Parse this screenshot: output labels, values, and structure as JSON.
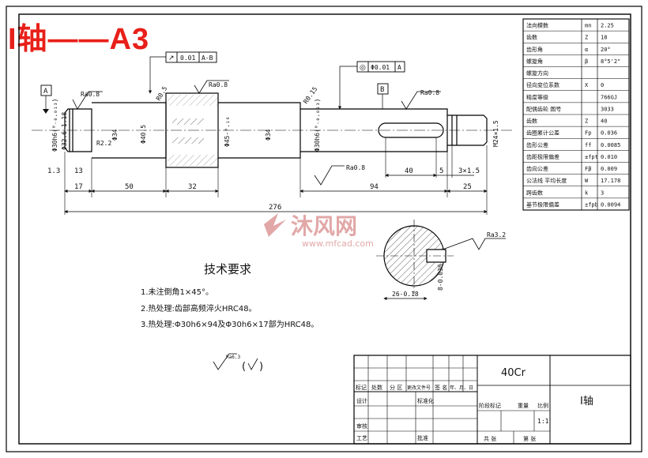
{
  "header": {
    "title": "I轴——A3",
    "title_color": "#e8201a"
  },
  "watermark": {
    "brand": "沐风网",
    "url": "www.mfcad.com",
    "color": "#d98a8a"
  },
  "tolerance_frames": {
    "runout": {
      "symbol": "↗",
      "value": "0.01",
      "datum": "A-B"
    },
    "concentricity": {
      "symbol": "◎",
      "value": "Φ0.01",
      "datum": "A"
    }
  },
  "datums": {
    "a": "A",
    "b": "B"
  },
  "roughness": {
    "left_end": "Ra0.8",
    "middle": "Ra0.8",
    "right": "Ra0.8",
    "lower": "Ra0.8",
    "section": "Ra3.2",
    "general": "Ra6.3"
  },
  "chamfers": {
    "left": "R0.5",
    "right": "R0.15"
  },
  "dimensions": {
    "d_left_journal": "Φ30h6(⁰₋₀.₀₁₃)",
    "d_left_groove": "Φ32.6-1.18",
    "d_step": "Φ34",
    "d_r": "R2.2",
    "d_gear_root": "Φ40.5",
    "d_gear_tip": "Φ45-⁰.₁₆",
    "d_mid": "Φ34",
    "d_right_journal": "Φ30h6(⁰₋₀.₀₁₃)",
    "d_thread": "M24×1.5",
    "left_offset": "1.3",
    "left_step": "13",
    "l_17": "17",
    "l_50": "50",
    "l_32": "32",
    "l_94": "94",
    "l_25": "25",
    "l_total": "276",
    "key_len": "40",
    "l_5": "5",
    "undercut": "3×1.5",
    "section_key_depth": "26-0.18",
    "section_key_width": "8-0.036"
  },
  "gear_table": {
    "rows": [
      {
        "label": "法向模数",
        "sym": "mn",
        "val": "2.25"
      },
      {
        "label": "齿数",
        "sym": "Z",
        "val": "18"
      },
      {
        "label": "齿形角",
        "sym": "α",
        "val": "20°"
      },
      {
        "label": "螺旋角",
        "sym": "β",
        "val": "8°5'2\""
      },
      {
        "label": "螺旋方向",
        "sym": "",
        "val": ""
      },
      {
        "label": "径向变位系数",
        "sym": "X",
        "val": "0"
      },
      {
        "label": "精度等级",
        "sym": "",
        "val": "766GJ"
      },
      {
        "label": "配偶齿轮 图号",
        "sym": "",
        "val": "3033"
      },
      {
        "label": "齿数",
        "sym": "Z",
        "val": "40"
      },
      {
        "label": "齿圈累计公差",
        "sym": "Fp",
        "val": "0.036"
      },
      {
        "label": "齿形公差",
        "sym": "ff",
        "val": "0.0085"
      },
      {
        "label": "齿距极限偏差",
        "sym": "±fpt",
        "val": "0.010"
      },
      {
        "label": "齿向公差",
        "sym": "Fβ",
        "val": "0.009"
      },
      {
        "label": "公法线 平均长度",
        "sym": "W",
        "val": "17.178"
      },
      {
        "label": "跨齿数",
        "sym": "k",
        "val": "3"
      },
      {
        "label": "基节极限偏差",
        "sym": "±fpb",
        "val": "0.0094"
      }
    ]
  },
  "requirements": {
    "heading": "技术要求",
    "items": [
      "1.未注倒角1×45°。",
      "2.热处理:齿部高频淬火HRC48。",
      "3.热处理:Φ30h6×94及Φ30h6×17部为HRC48。"
    ]
  },
  "title_block": {
    "material": "40Cr",
    "part_name": "I轴",
    "scale": "1:1",
    "labels": {
      "mark": "标记",
      "count": "处数",
      "zone": "分 区",
      "change_doc": "更改文件号",
      "sign": "签 名",
      "date": "年、月、日",
      "design": "设计",
      "standardize": "标准化",
      "review": "审核",
      "process": "工艺",
      "approve": "批准",
      "stage": "阶段标记",
      "weight": "重量",
      "ratio": "比例",
      "total": "共 张",
      "sheet": "第 张"
    }
  }
}
